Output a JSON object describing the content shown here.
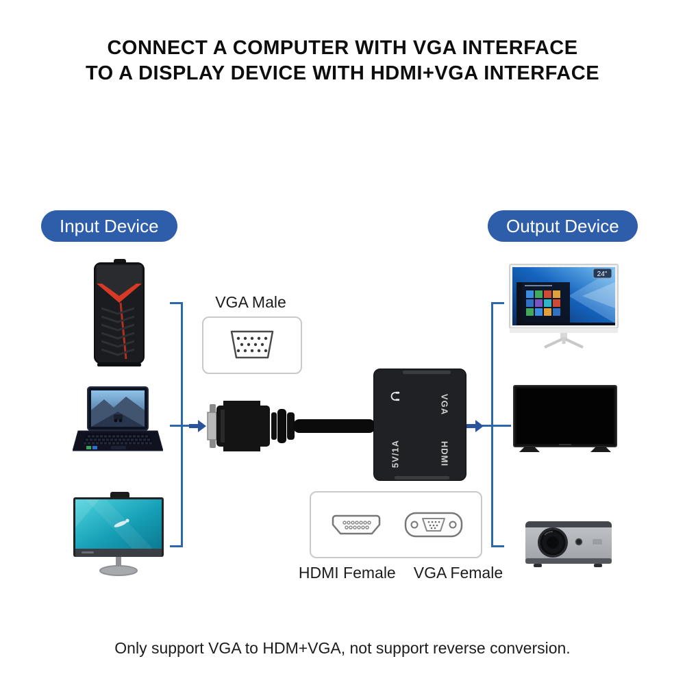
{
  "title": {
    "line1": "CONNECT A COMPUTER WITH VGA INTERFACE",
    "line2": "TO A DISPLAY DEVICE WITH HDMI+VGA INTERFACE"
  },
  "input_section": {
    "label": "Input Device",
    "devices": [
      "desktop-tower",
      "gaming-laptop",
      "all-in-one-pc"
    ]
  },
  "output_section": {
    "label": "Output Device",
    "devices": [
      "desktop-monitor-24in",
      "tv",
      "projector"
    ]
  },
  "adapter": {
    "audio_icon": "headphone-icon",
    "vga_label": "VGA",
    "hdmi_label": "HDMI",
    "power_label": "5V/1A"
  },
  "connectors": {
    "vga_male": "VGA Male",
    "hdmi_female": "HDMI Female",
    "vga_female": "VGA Female"
  },
  "monitor_badge": "24\"",
  "footer_note": "Only support VGA to HDM+VGA, not support reverse conversion.",
  "colors": {
    "label_pill_blue": "#2e5da9",
    "connector_line_blue": "#2c67ae",
    "arrow_blue": "#29549b",
    "tower_accent_red": "#d63a24"
  }
}
